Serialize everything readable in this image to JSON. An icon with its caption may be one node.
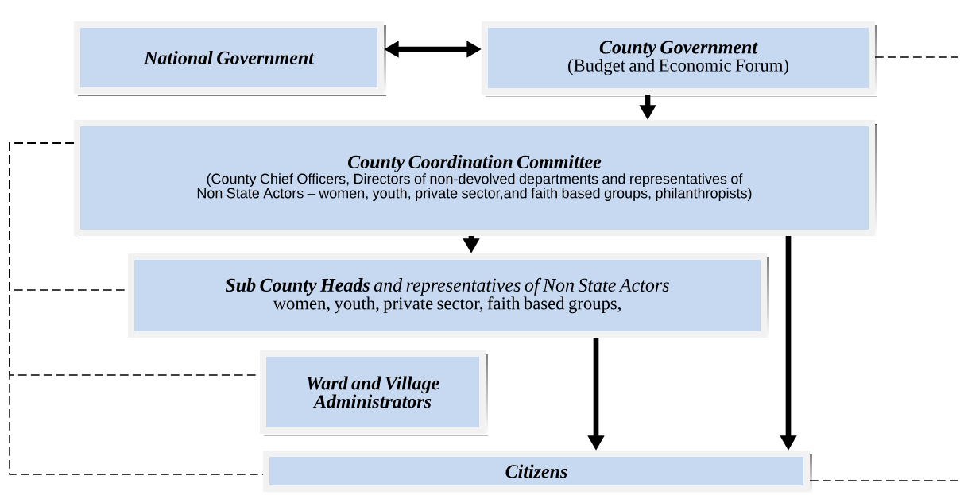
{
  "diagram": {
    "nodes": [
      {
        "text": [
          "National Government"
        ]
      },
      {
        "text": [
          "County Government",
          "(Budget and Economic Forum)"
        ]
      },
      {
        "text": [
          "County Coordination Committee",
          "(County Chief Officers, Directors of non-devolved departments and representatives of Non State Actors – women, youth, private sector,and faith based groups, philanthropists)"
        ]
      },
      {
        "text": [
          "**Sub County Heads** and representatives of Non State Actors",
          "women, youth, private sector, faith based groups,"
        ]
      },
      {
        "text": [
          "Ward and Village Administrators"
        ]
      },
      {
        "text": [
          "Citizens"
        ]
      }
    ],
    "edges": [
      {
        "from": 0,
        "to": 1,
        "arrow": "both",
        "style": "thick"
      },
      {
        "from": 1,
        "to": 2,
        "arrow": "to",
        "style": "thick"
      },
      {
        "from": 2,
        "to": 3,
        "arrow": "to",
        "style": "thick"
      },
      {
        "from": 2,
        "to": 5,
        "arrow": "to",
        "style": "thick"
      },
      {
        "from": 3,
        "to": 5,
        "arrow": "to",
        "style": "thick"
      },
      {
        "from": 2,
        "to": 3,
        "arrow": "none",
        "style": "dashed"
      },
      {
        "from": 2,
        "to": 4,
        "arrow": "none",
        "style": "dashed"
      },
      {
        "from": 2,
        "to": 5,
        "arrow": "none",
        "style": "dashed"
      },
      {
        "from": 1,
        "to": null,
        "arrow": "none",
        "style": "dashed"
      },
      {
        "from": 5,
        "to": null,
        "arrow": "none",
        "style": "dashed"
      }
    ]
  }
}
